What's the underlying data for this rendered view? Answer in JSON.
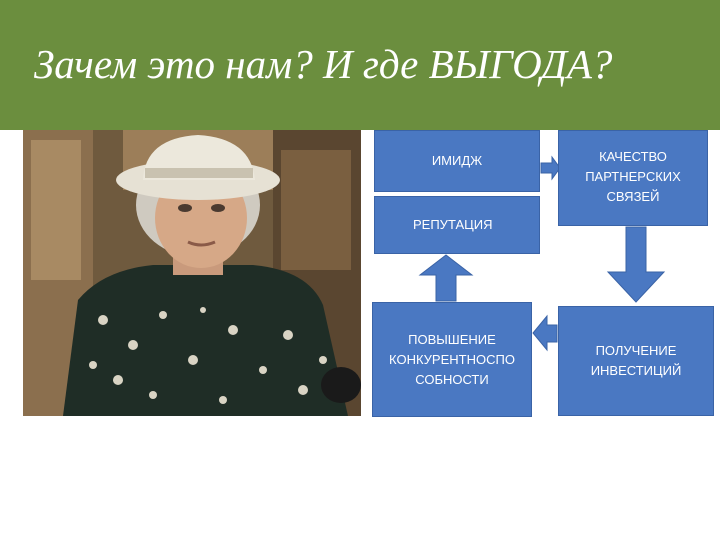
{
  "slide": {
    "title": "Зачем это нам? И где ВЫГОДА?",
    "colors": {
      "header": "#6b8e3e",
      "box": "#4a78c2",
      "box_border": "#3a63a6"
    },
    "photo": {
      "description": "photo-of-woman-in-hat"
    },
    "boxes": {
      "image": "ИМИДЖ",
      "quality": [
        "КАЧЕСТВО",
        "ПАРТНЕРСКИХ",
        "СВЯЗЕЙ"
      ],
      "reputation": "РЕПУТАЦИЯ",
      "competitive": [
        "ПОВЫШЕНИЕ",
        "КОНКУРЕНТНОСПО",
        "СОБНОСТИ"
      ],
      "investments": [
        "ПОЛУЧЕНИЕ",
        "ИНВЕСТИЦИЙ"
      ]
    }
  }
}
